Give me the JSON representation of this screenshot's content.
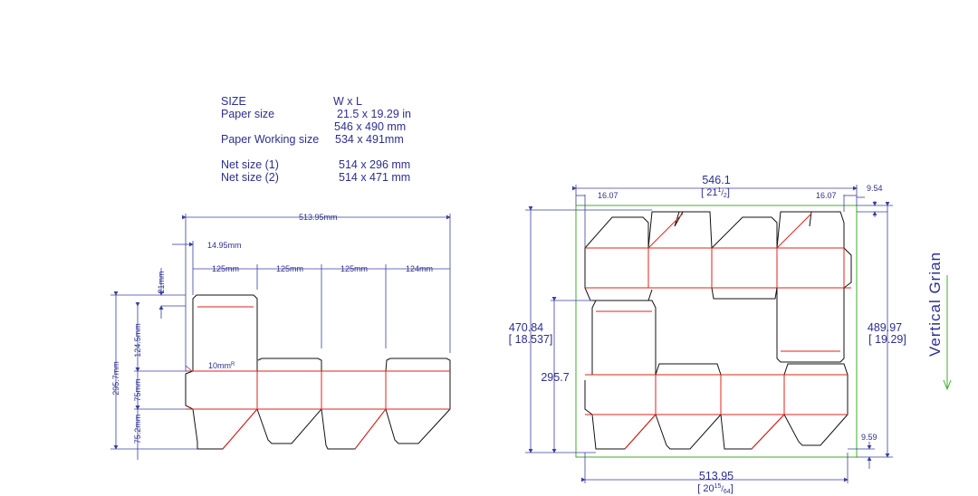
{
  "specs": {
    "size_label": "SIZE",
    "size_value": "W x L",
    "paper_size_label": "Paper size",
    "paper_size_in": "21.5 x 19.29 in",
    "paper_size_mm": "546 x 490 mm",
    "working_label": "Paper Working size",
    "working_value": "534 x 491mm",
    "net1_label": "Net size (1)",
    "net1_value": "514 x 296 mm",
    "net2_label": "Net size (2)",
    "net2_value": "514 x 471 mm"
  },
  "left_diagram": {
    "total_width": "513.95mm",
    "glue_flap": "14.95mm",
    "panel1": "125mm",
    "panel2": "125mm",
    "panel3": "125mm",
    "panel4": "124mm",
    "top_tuck": "21mm",
    "height_total": "295.7mm",
    "top_panel": "124.5mm",
    "body": "75mm",
    "bottom": "75.2mm",
    "corner_radius": "10mm",
    "corner_radius_sup": "R"
  },
  "right_diagram": {
    "sheet_width": "546.1",
    "sheet_width_in_whole": "[ 21",
    "sheet_width_in_num": "1",
    "sheet_width_in_den": "2",
    "sheet_width_in_close": "]",
    "margin_left": "16.07",
    "margin_right": "16.07",
    "margin_top_right": "9.54",
    "left_height": "470.84",
    "left_height_in": "[ 18.537]",
    "inner_height": "295.7",
    "right_height": "489.97",
    "right_height_in": "[ 19.29]",
    "bottom_margin": "9.59",
    "net_width": "513.95",
    "net_width_in_whole": "[ 20",
    "net_width_in_num": "15",
    "net_width_in_den": "64",
    "net_width_in_close": "]"
  },
  "grain_label": "Vertical Grian",
  "colors": {
    "text": "#2b2f8f",
    "crease": "#e2231a",
    "cut": "#111111",
    "sheet": "#3fae2a"
  }
}
